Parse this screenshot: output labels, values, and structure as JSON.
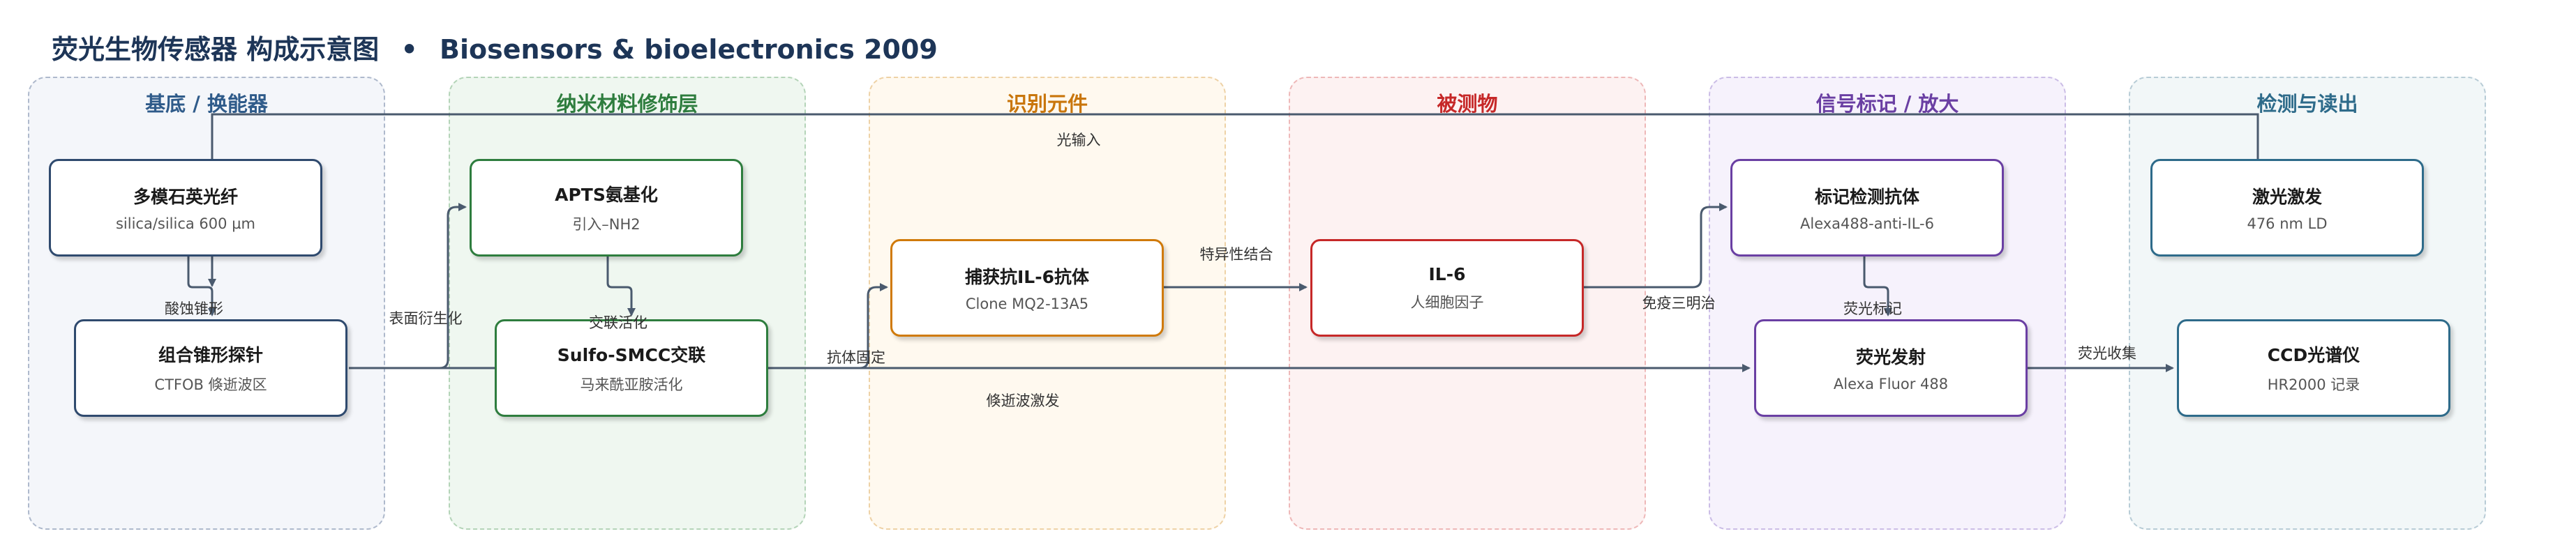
{
  "header": {
    "title_cn": "荧光生物传感器 构成示意图",
    "separator": "•",
    "title_en": "Biosensors & bioelectronics 2009"
  },
  "lanes": [
    {
      "name": "基底 / 换能器",
      "color": "#2f5b8a",
      "bg": "#f3f6fb"
    },
    {
      "name": "纳米材料修饰层",
      "color": "#2e7d3e",
      "bg": "#eff8f0"
    },
    {
      "name": "识别元件",
      "color": "#c9760c",
      "bg": "#fff8ec"
    },
    {
      "name": "被测物",
      "color": "#c62828",
      "bg": "#fdf0f0"
    },
    {
      "name": "信号标记 / 放大",
      "color": "#6a3fa3",
      "bg": "#f4f0fb"
    },
    {
      "name": "检测与读出",
      "color": "#2e6b8a",
      "bg": "#f1f6f8"
    }
  ],
  "nodes": {
    "fiber": {
      "title": "多模石英光纤",
      "sub": "silica/silica 600 µm"
    },
    "probe": {
      "title": "组合锥形探针",
      "sub": "CTFOB 倏逝波区"
    },
    "apts": {
      "title": "APTS氨基化",
      "sub": "引入–NH2"
    },
    "smcc": {
      "title": "Sulfo-SMCC交联",
      "sub": "马来酰亚胺活化"
    },
    "capture_ab": {
      "title": "捕获抗IL-6抗体",
      "sub": "Clone MQ2-13A5"
    },
    "il6": {
      "title": "IL-6",
      "sub": "人细胞因子"
    },
    "detect_ab": {
      "title": "标记检测抗体",
      "sub": "Alexa488-anti-IL-6"
    },
    "fluor": {
      "title": "荧光发射",
      "sub": "Alexa Fluor 488"
    },
    "laser": {
      "title": "激光激发",
      "sub": "476 nm LD"
    },
    "ccd": {
      "title": "CCD光谱仪",
      "sub": "HR2000 记录"
    }
  },
  "edges": {
    "etch": "酸蚀锥形",
    "surface_deriv": "表面衍生化",
    "crosslink_act": "交联活化",
    "ab_immob": "抗体固定",
    "specific_bind": "特异性结合",
    "sandwich": "免疫三明治",
    "fluor_label": "荧光标记",
    "fluor_collect": "荧光收集",
    "light_input": "光输入",
    "evanescent": "倏逝波激发"
  },
  "colors": {
    "edge": "#4a5a6e",
    "node_blue": "#2f4a6e",
    "node_green": "#2e7d3e",
    "node_orange": "#d07a0a",
    "node_red": "#c62828",
    "node_purple": "#6a3fa3",
    "node_teal": "#2e6b8a"
  }
}
